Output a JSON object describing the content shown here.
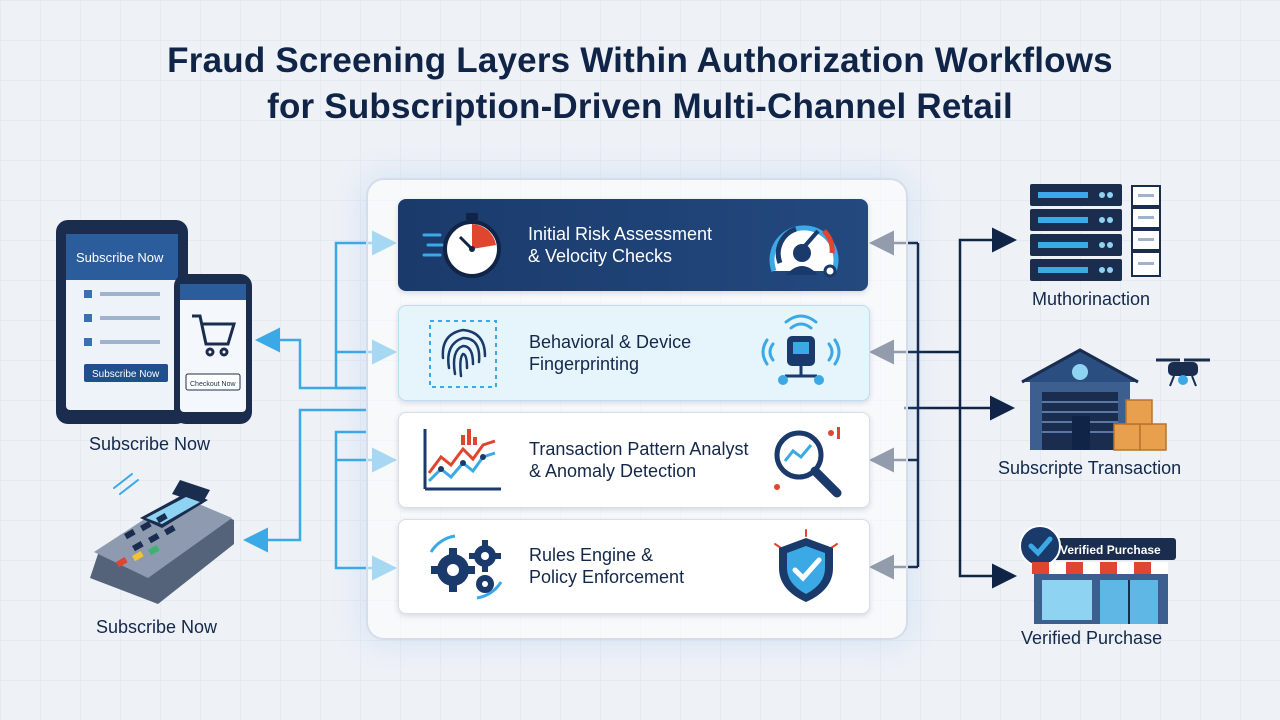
{
  "title": {
    "line1": "Fraud Screening Layers Within Authorization Workflows",
    "line2": "for Subscription-Driven Multi-Channel Retail"
  },
  "layers": [
    {
      "line1": "Initial Risk Assessment",
      "line2": "& Velocity Checks",
      "left_icon": "stopwatch-icon",
      "right_icon": "speed-gauge-icon"
    },
    {
      "line1": "Behavioral & Device",
      "line2": "Fingerprinting",
      "left_icon": "fingerprint-icon",
      "right_icon": "device-signal-icon"
    },
    {
      "line1": "Transaction Pattern Analyst",
      "line2": "& Anomaly Detection",
      "left_icon": "line-chart-icon",
      "right_icon": "magnifier-icon"
    },
    {
      "line1": "Rules Engine &",
      "line2": "Policy Enforcement",
      "left_icon": "gears-icon",
      "right_icon": "shield-check-icon"
    }
  ],
  "left_channels": {
    "tablet_screen_title": "Subscribe Now",
    "tablet_button": "Subscribe Now",
    "phone_button": "Checkout Now",
    "devices_caption": "Subscribe Now",
    "terminal_caption": "Subscribe Now"
  },
  "right_outcomes": {
    "server_caption": "Muthorinaction",
    "warehouse_caption": "Subscripte Transaction",
    "store_badge": "Verified Purchase",
    "store_caption": "Verified Purchase"
  },
  "colors": {
    "navy": "#1a3a6b",
    "accent_blue": "#3aa9e6",
    "light_panel": "#e6f4fc",
    "text_dark": "#13284a",
    "alert_red": "#e0452f"
  }
}
